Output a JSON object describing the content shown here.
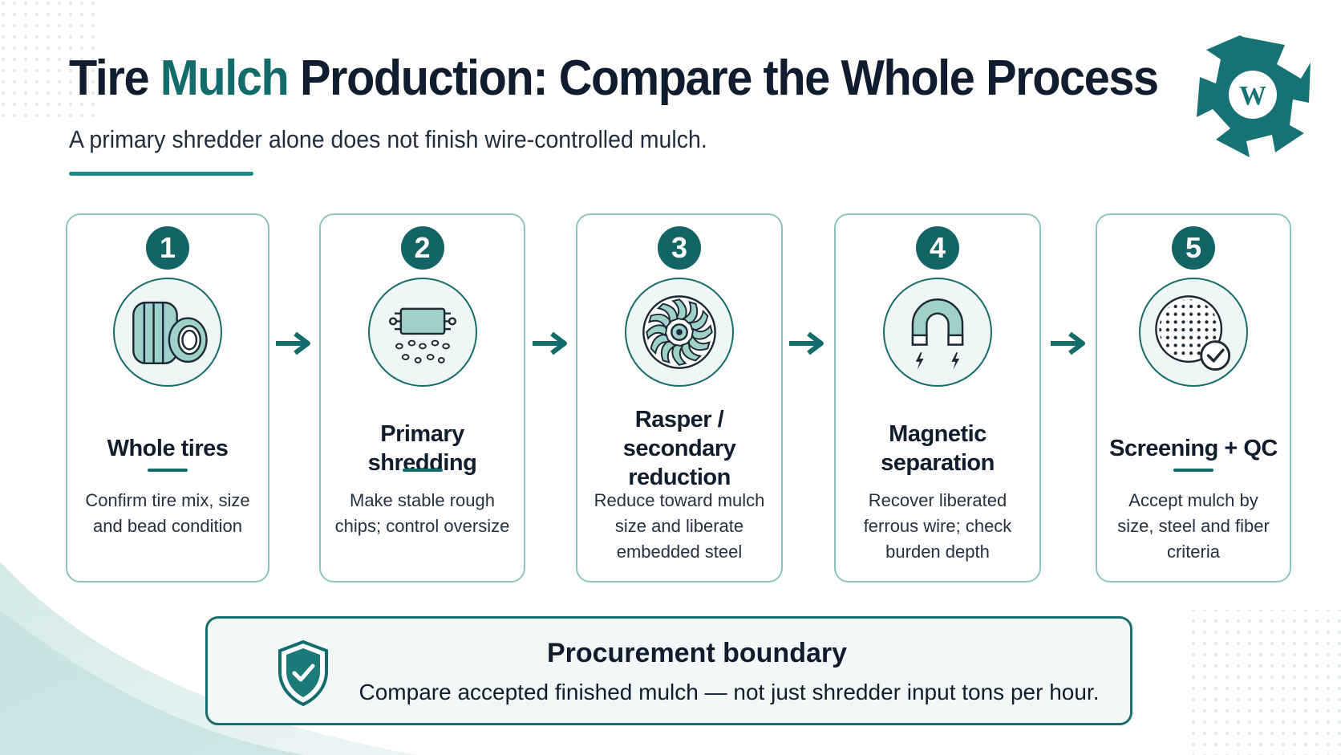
{
  "header": {
    "title_word_1": "Tire",
    "title_accent": "Mulch",
    "title_rest": "Production: Compare the Whole Process",
    "subtitle": "A primary shredder alone does not finish wire-controlled mulch."
  },
  "colors": {
    "accent": "#136c6c",
    "accent_light": "#8fc3bf",
    "text_dark": "#0f1d2e",
    "icon_bg": "#eef7f6"
  },
  "steps": [
    {
      "number": "1",
      "title": "Whole tires",
      "description": "Confirm tire mix, size and bead condition",
      "icon": "tires-icon"
    },
    {
      "number": "2",
      "title": "Primary shredding",
      "description": "Make stable rough chips; control oversize",
      "icon": "shredder-icon"
    },
    {
      "number": "3",
      "title": "Rasper / secondary reduction",
      "description": "Reduce toward mulch size and liberate embedded steel",
      "icon": "rasper-rotor-icon"
    },
    {
      "number": "4",
      "title": "Magnetic separation",
      "description": "Recover liberated ferrous wire; check burden depth",
      "icon": "magnet-icon"
    },
    {
      "number": "5",
      "title": "Screening + QC",
      "description": "Accept mulch by size, steel and fiber criteria",
      "icon": "screen-check-icon"
    }
  ],
  "boundary": {
    "title": "Procurement boundary",
    "text": "Compare accepted finished mulch — not just shredder input tons per hour.",
    "icon": "shield-check-icon"
  },
  "logo": {
    "icon": "gear-logo-icon"
  }
}
